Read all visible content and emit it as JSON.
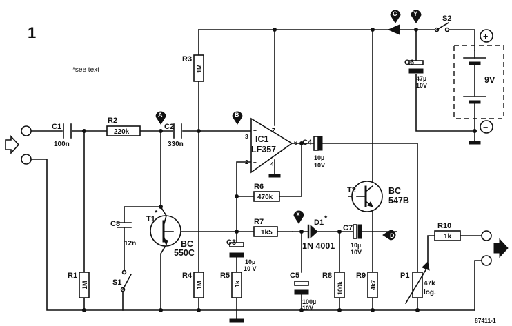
{
  "figure": {
    "number": "1",
    "note": "*see text",
    "code": "87411-1"
  },
  "opamp": {
    "ref": "IC1",
    "type": "LF357",
    "pin_plus": "3",
    "pin_minus": "2",
    "pin_out": "6",
    "pin_7": "7",
    "pin_4": "4",
    "plus_sign": "+",
    "minus_sign": "–"
  },
  "transistors": {
    "t1": {
      "ref": "T1",
      "star": "*",
      "type_line1": "BC",
      "type_line2": "550C"
    },
    "t2": {
      "ref": "T2",
      "type_line1": "BC",
      "type_line2": "547B"
    }
  },
  "resistors": {
    "r1": {
      "ref": "R1",
      "value": "1M"
    },
    "r2": {
      "ref": "R2",
      "value": "220k"
    },
    "r3": {
      "ref": "R3",
      "value": "1M"
    },
    "r4": {
      "ref": "R4",
      "value": "1M"
    },
    "r5": {
      "ref": "R5",
      "value": "1k"
    },
    "r6": {
      "ref": "R6",
      "value": "470k"
    },
    "r7": {
      "ref": "R7",
      "value": "1k5"
    },
    "r8": {
      "ref": "R8",
      "value": "100k"
    },
    "r9": {
      "ref": "R9",
      "value": "4k7"
    },
    "r10": {
      "ref": "R10",
      "value": "1k"
    }
  },
  "potentiometer": {
    "ref": "P1",
    "value": "47k",
    "taper": "log."
  },
  "capacitors": {
    "c1": {
      "ref": "C1",
      "value": "100n"
    },
    "c2": {
      "ref": "C2",
      "value": "330n"
    },
    "c3": {
      "ref": "C3",
      "value": "10µ",
      "voltage": "10 V"
    },
    "c4": {
      "ref": "C4",
      "value": "10µ",
      "voltage": "10V"
    },
    "c5": {
      "ref": "C5",
      "value": "100µ",
      "voltage": "10V"
    },
    "c6": {
      "ref": "C6",
      "value": "47µ",
      "voltage": "10V"
    },
    "c7": {
      "ref": "C7",
      "value": "10µ",
      "voltage": "10V"
    },
    "c8": {
      "ref": "C8",
      "value": "12n"
    }
  },
  "diode": {
    "ref": "D1",
    "star": "*",
    "type": "1N 4001"
  },
  "switches": {
    "s1": {
      "ref": "S1"
    },
    "s2": {
      "ref": "S2"
    }
  },
  "battery": {
    "voltage": "9V",
    "plus": "+",
    "minus": "−"
  },
  "test_points": {
    "a": "A",
    "b": "B",
    "c": "C",
    "d": "D",
    "x": "X",
    "y": "Y"
  }
}
